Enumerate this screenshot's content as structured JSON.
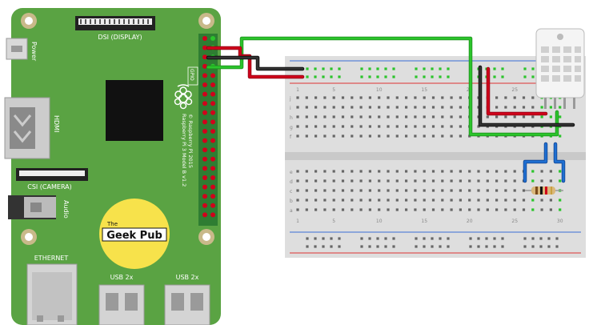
{
  "pi": {
    "dsi_label": "DSI (DISPLAY)",
    "power_label": "Power",
    "hdmi_label": "HDMI",
    "csi_label": "CSI (CAMERA)",
    "audio_label": "Audio",
    "ethernet_label": "ETHERNET",
    "usb_label_1": "USB 2x",
    "usb_label_2": "USB 2x",
    "gpio_label": "GPIO",
    "model_text_1": "Raspberry Pi 3 Model B v1.2",
    "model_text_2": "© Raspberry Pi 2015",
    "board_color": "#5aa343",
    "header_color": "#2e7d32"
  },
  "logo": {
    "small_text": "The",
    "brand_text": "Geek Pub",
    "bg_color": "#f7e24b"
  },
  "breadboard": {
    "rows_top": [
      "j",
      "i",
      "h",
      "g",
      "f"
    ],
    "rows_bottom": [
      "e",
      "d",
      "c",
      "b",
      "a"
    ],
    "col_numbers": [
      "1",
      "5",
      "10",
      "15",
      "20",
      "25",
      "30"
    ]
  },
  "wires": {
    "red": "#d0021b",
    "black": "#222222",
    "green": "#2bc42b",
    "blue": "#1f6fd1"
  },
  "sensor": {
    "body_color": "#f4f4f4",
    "pins": 4
  },
  "resistor": {
    "body_color": "#d9b77a"
  }
}
